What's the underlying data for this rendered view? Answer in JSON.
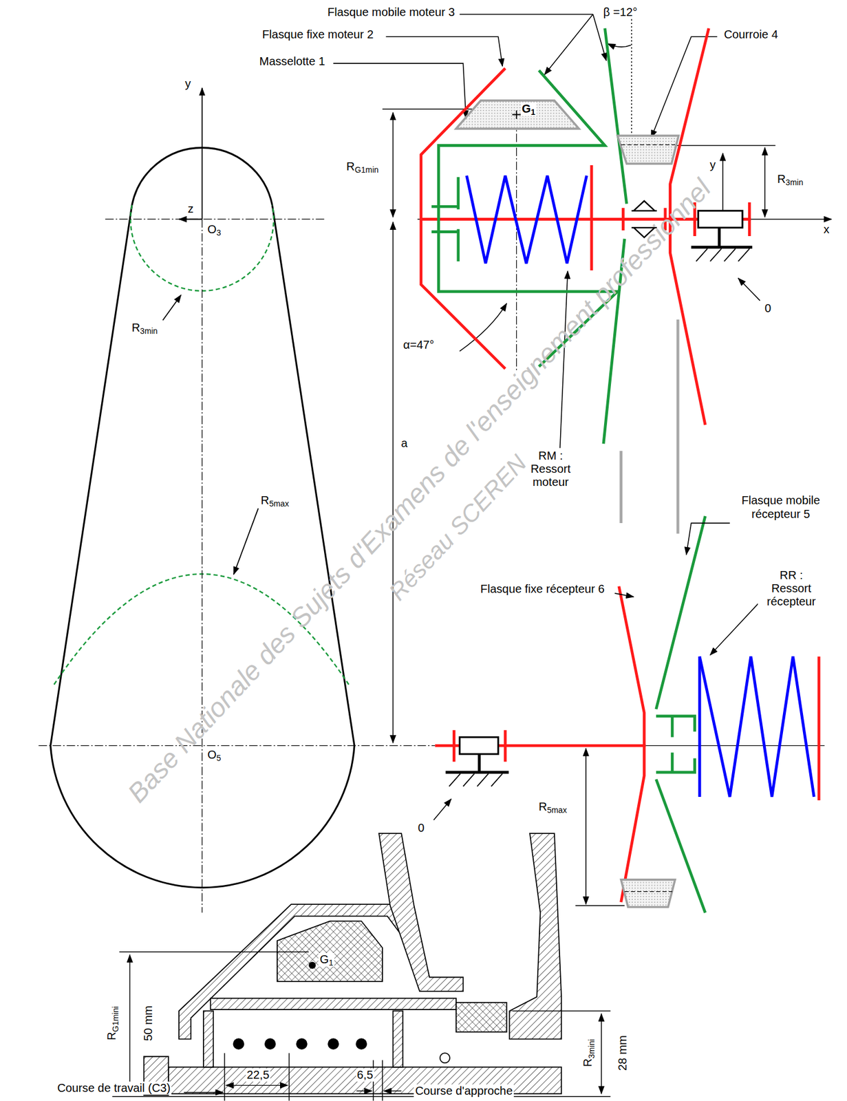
{
  "diagram": {
    "labels": [
      "Flasque mobile moteur 3",
      "β =12°",
      "Flasque fixe moteur 2",
      "Courroie 4",
      "Masselotte 1",
      "G1",
      "RG1min",
      "y",
      "R3min",
      "x",
      "0",
      "α=47°",
      "RM : Ressort moteur",
      "a",
      "Flasque mobile récepteur 5",
      "Flasque fixe récepteur 6",
      "RR : Ressort récepteur",
      "0",
      "R5max",
      "y",
      "z",
      "O3",
      "R3min",
      "R5max",
      "O5",
      "G1",
      "RG1mini",
      "50 mm",
      "R3mini",
      "28 mm",
      "22,5",
      "6,5",
      "Course de travail (C3)",
      "Course d'approche",
      "Base Nationale des Sujets d'Examens de l'enseignement professionnel",
      "Réseau SCEREN"
    ]
  }
}
